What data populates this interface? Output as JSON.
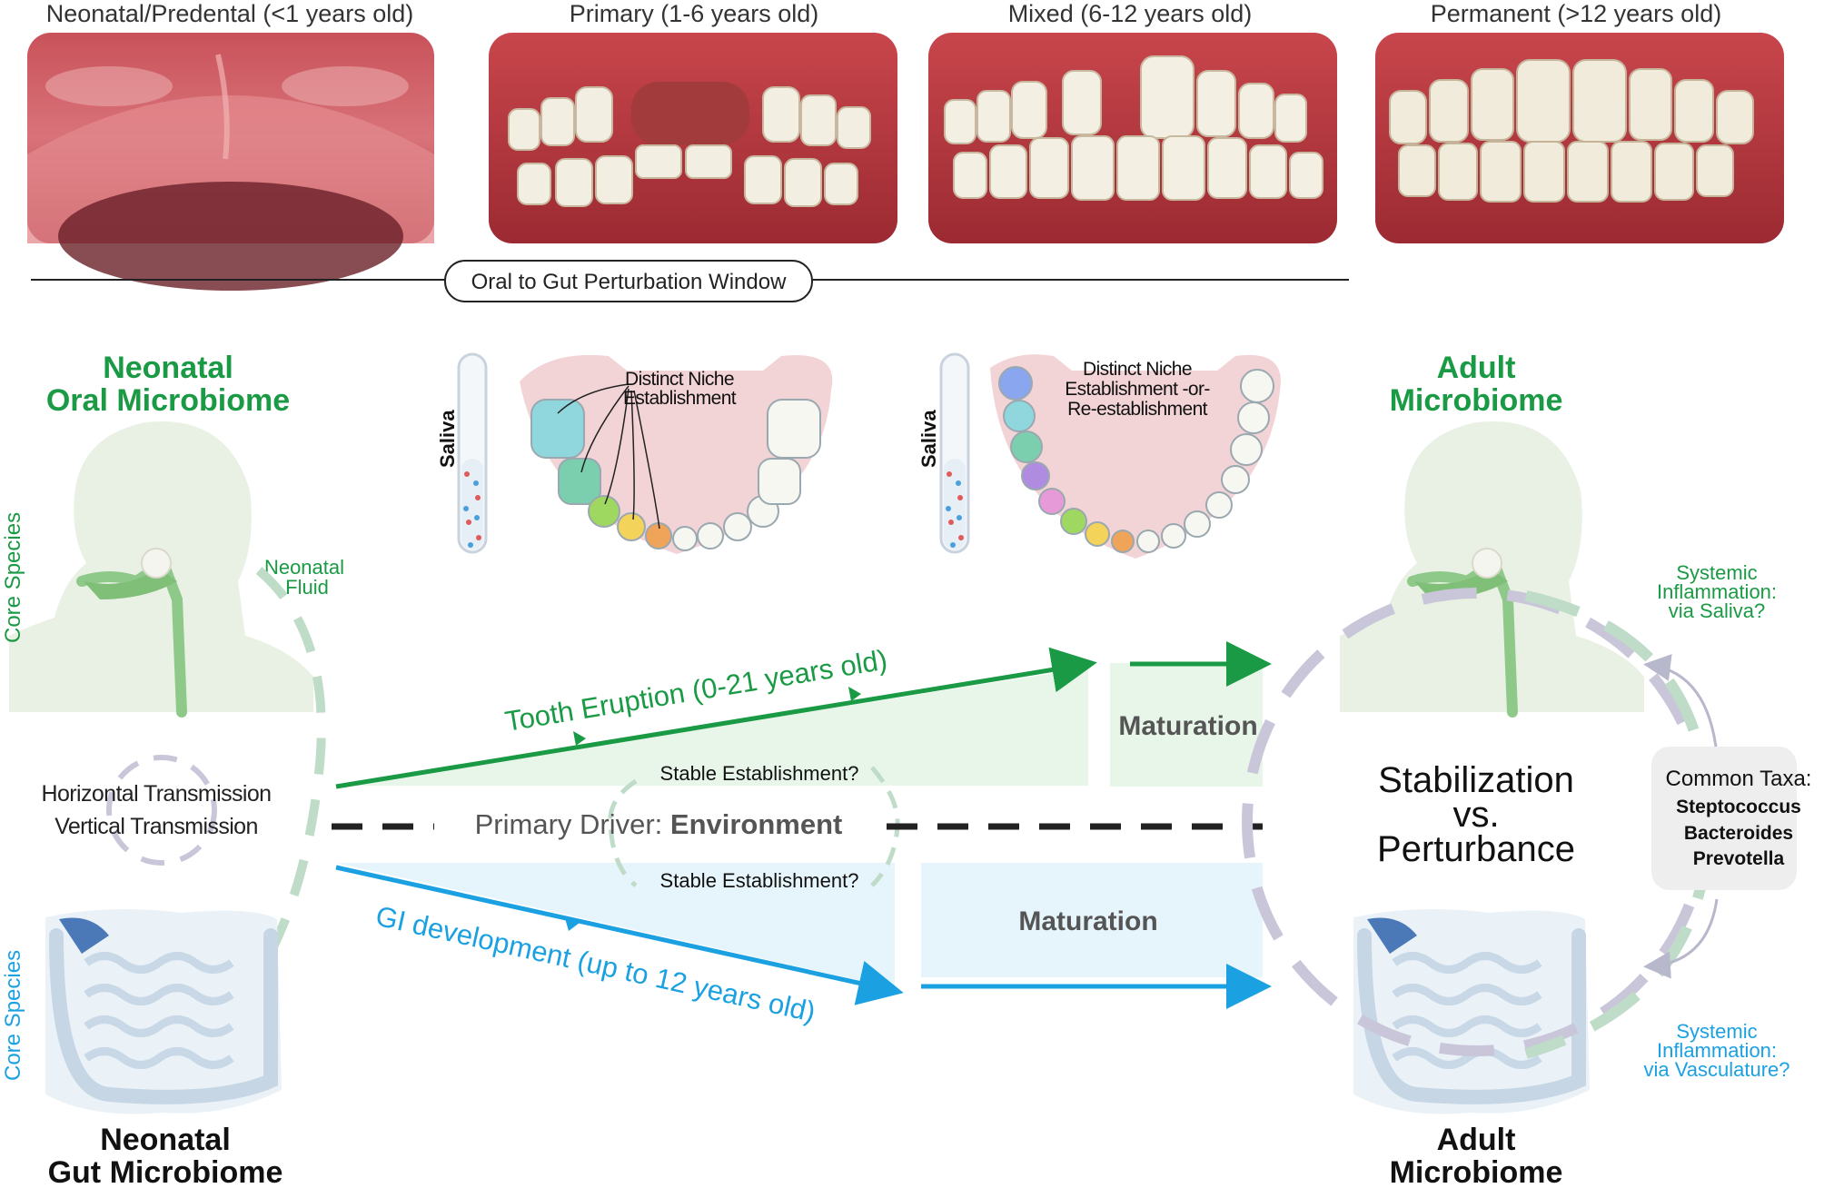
{
  "stages": [
    {
      "label": "Neonatal/Predental (<1 years old)"
    },
    {
      "label": "Primary (1-6 years old)"
    },
    {
      "label": "Mixed (6-12 years old)"
    },
    {
      "label": "Permanent (>12 years old)"
    }
  ],
  "window_label": "Oral to Gut Perturbation Window",
  "left": {
    "oral_title_1": "Neonatal",
    "oral_title_2": "Oral Microbiome",
    "core_species_top": "Core Species",
    "neonatal_fluid_1": "Neonatal",
    "neonatal_fluid_2": "Fluid",
    "transmission_1": "Horizontal Transmission",
    "transmission_2": "Vertical Transmission",
    "core_species_bottom": "Core Species",
    "gut_title_1": "Neonatal",
    "gut_title_2": "Gut Microbiome"
  },
  "middle": {
    "saliva_1": "Saliva",
    "saliva_2": "Saliva",
    "niche_1_a": "Distinct Niche",
    "niche_1_b": "Establishment",
    "niche_2_a": "Distinct Niche",
    "niche_2_b": "Establishment -or-",
    "niche_2_c": "Re-establishment",
    "tooth_eruption": "Tooth Eruption (0-21 years old)",
    "gi_development": "GI development (up to 12 years old)",
    "stable_1": "Stable Establishment?",
    "stable_2": "Stable Establishment?",
    "primary_driver_prefix": "Primary Driver: ",
    "primary_driver_value": "Environment",
    "maturation_top": "Maturation",
    "maturation_bottom": "Maturation"
  },
  "right": {
    "adult_top_1": "Adult",
    "adult_top_2": "Microbiome",
    "stabilization_1": "Stabilization",
    "stabilization_2": "vs.",
    "stabilization_3": "Perturbance",
    "systemic_saliva_1": "Systemic",
    "systemic_saliva_2": "Inflammation:",
    "systemic_saliva_3": "via Saliva?",
    "common_taxa_title": "Common Taxa:",
    "taxa": [
      "Steptococcus",
      "Bacteroides",
      "Prevotella"
    ],
    "systemic_vasc_1": "Systemic",
    "systemic_vasc_2": "Inflammation:",
    "systemic_vasc_3": "via Vasculature?",
    "adult_bottom_1": "Adult",
    "adult_bottom_2": "Microbiome"
  },
  "colors": {
    "green": "#1a9a44",
    "blue": "#1ba1e2",
    "green_fill": "#e8f6ea",
    "blue_fill": "#e6f4fb",
    "text_dark": "#222222",
    "grey": "#555555"
  },
  "icon_names": [
    "neonatal-mouth-photo",
    "primary-teeth-photo",
    "mixed-teeth-photo",
    "permanent-teeth-photo",
    "saliva-tube-icon",
    "dental-arch-icon",
    "head-silhouette-icon",
    "intestine-icon"
  ]
}
